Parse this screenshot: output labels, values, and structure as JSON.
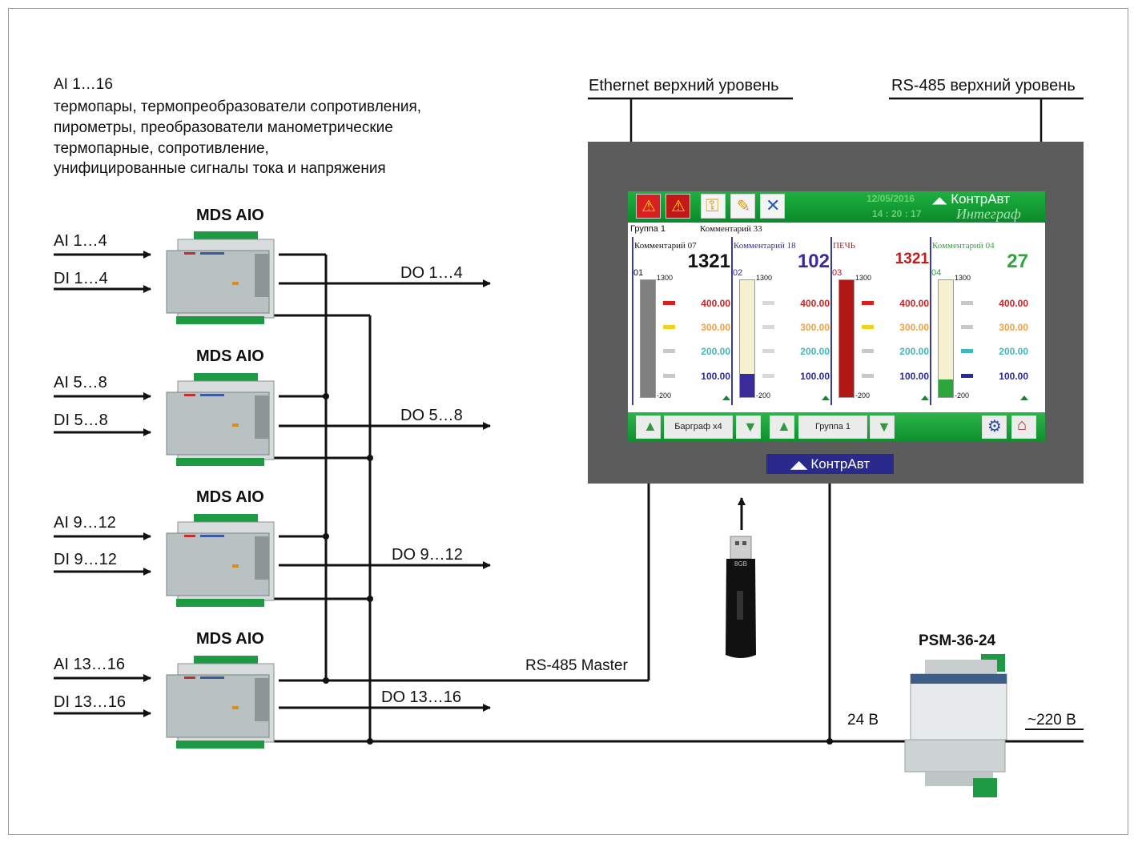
{
  "ai_description": {
    "line1": "AI 1…16",
    "line2": "термопары, термопреобразователи сопротивления,",
    "line3": "пирометры, преобразователи манометрические",
    "line4": "термопарные, сопротивление,",
    "line5": "унифицированные сигналы тока и напряжения"
  },
  "modules": [
    {
      "title": "MDS AIO",
      "ai": "AI 1…4",
      "di": "DI 1…4",
      "do": "DO 1…4"
    },
    {
      "title": "MDS AIO",
      "ai": "AI 5…8",
      "di": "DI 5…8",
      "do": "DO 5…8"
    },
    {
      "title": "MDS AIO",
      "ai": "AI 9…12",
      "di": "DI 9…12",
      "do": "DO 9…12"
    },
    {
      "title": "MDS AIO",
      "ai": "AI 13…16",
      "di": "DI 13…16",
      "do": "DO 13…16"
    }
  ],
  "ethernet_label": "Ethernet верхний уровень",
  "rs485_top_label": "RS-485 верхний уровень",
  "rs485_master_label": "RS-485 Master",
  "psm": {
    "title": "PSM-36-24",
    "label_24v": "24 В",
    "label_220v": "~220 В"
  },
  "panel": {
    "brand": "КонтрАвт",
    "date": "12/05/2016",
    "time": "14 : 20 : 17",
    "integraf": "Интеграф",
    "group_label": "Группа 1",
    "group_comment": "Комментарий 33",
    "channels": [
      {
        "comment": "Комментарий 07",
        "value": "1321",
        "num": "01",
        "color": "#111111",
        "fill": 1.0,
        "fill_color": "#808080"
      },
      {
        "comment": "Комментарий 18",
        "value": "102",
        "num": "02",
        "color": "#3a2a9c",
        "fill": 0.2,
        "fill_color": "#3a2a9c"
      },
      {
        "comment": "ПЕЧЬ",
        "value": "1321",
        "num": "03",
        "color": "#c41a1a",
        "fill": 1.0,
        "fill_color": "#b01818"
      },
      {
        "comment": "Комментарий 04",
        "value": "27",
        "num": "04",
        "color": "#2aa63a",
        "fill": 0.15,
        "fill_color": "#2aa63a"
      }
    ],
    "scale_max": "1300",
    "scale_min": "-200",
    "levels": [
      "400.00",
      "300.00",
      "200.00",
      "100.00"
    ],
    "level_colors": [
      "#d42020",
      "#f2a040",
      "#40b8b8",
      "#2a2a9c"
    ],
    "bottom": {
      "bargraph_label": "Барграф х4",
      "group_label": "Группа 1"
    }
  },
  "usb_capacity": "8GB"
}
